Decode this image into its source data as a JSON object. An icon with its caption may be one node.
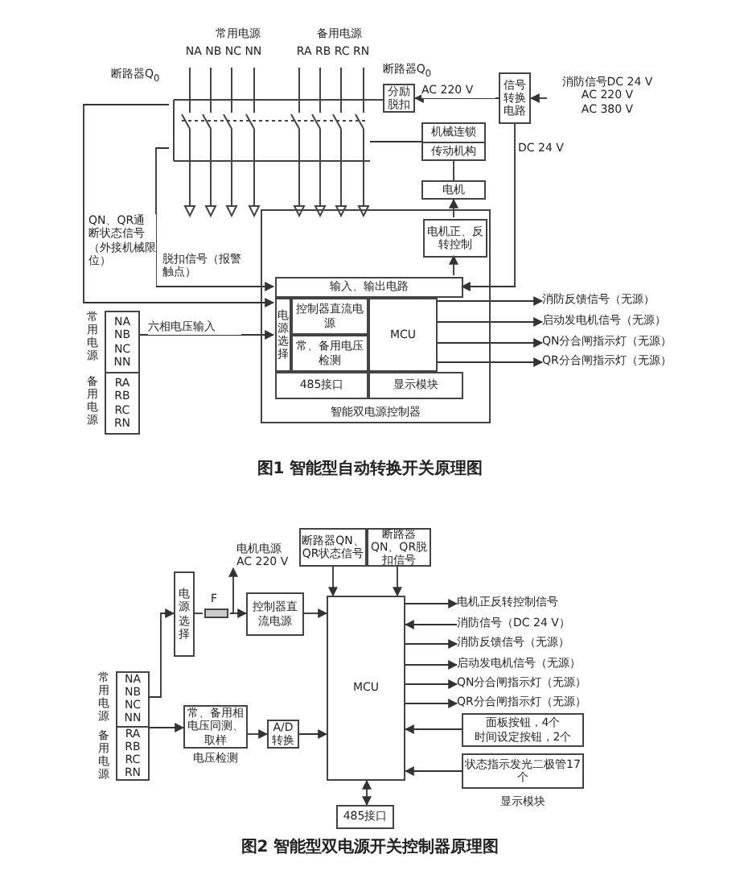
{
  "diagram": {
    "nodes": [
      {
        "text": [
          "断路器Q$_{0}$"
        ]
      },
      {
        "text": [
          "分励脱扣"
        ]
      },
      {
        "text": [
          "信号转换电路"
        ]
      },
      {
        "text": [
          "消防信号DC 24 V",
          "AC 220 V",
          "AC 380 V"
        ]
      },
      {
        "text": [
          "机械连锁",
          "传动机构"
        ]
      },
      {
        "text": [
          "电机"
        ]
      },
      {
        "text": [
          "智能双电源控制器"
        ]
      },
      {
        "text": [
          "电机正、反转控制"
        ],
        "in": 6
      },
      {
        "text": [
          "输入、输出电路"
        ],
        "in": 6
      },
      {
        "text": [
          "电源选择"
        ],
        "in": 6
      },
      {
        "text": [
          "控制器直流电源"
        ],
        "in": 6
      },
      {
        "text": [
          "常、备用电压检测"
        ],
        "in": 6
      },
      {
        "text": [
          "MCU"
        ],
        "in": 6
      },
      {
        "text": [
          "485接口"
        ],
        "in": 6
      },
      {
        "text": [
          "显示模块"
        ],
        "in": 6
      },
      {
        "text": [
          "NA NB NC NN",
          "RA RB RC RN"
        ],
        "beside": [
          "常用电源",
          "备用电源"
        ]
      },
      {
        "text": [
          "消防反馈信号（无源）"
        ]
      },
      {
        "text": [
          "启动发电机信号（无源）"
        ]
      },
      {
        "text": [
          "QN分合闸指示灯（无源）"
        ]
      },
      {
        "text": [
          "QR分合闸指示灯（无源）"
        ]
      },
      {
        "text": [
          "NA NB NC NN",
          "RA RB RC RN"
        ],
        "beside": [
          "常用电源",
          "备用电源"
        ]
      },
      {
        "text": [
          "电源选择"
        ]
      },
      {
        "text": [
          "F"
        ]
      },
      {
        "text": [
          "电机电源AC 220 V"
        ]
      },
      {
        "text": [
          "控制器直流电源"
        ]
      },
      {
        "text": [
          "常、备用相电压同测、取样"
        ],
        "beside": [
          "电压检测"
        ]
      },
      {
        "text": [
          "A/D转换"
        ]
      },
      {
        "text": [
          "MCU"
        ]
      },
      {
        "text": [
          "断路器QN、QR状态信号"
        ]
      },
      {
        "text": [
          "断路器QN、QR脱扣信号"
        ]
      },
      {
        "text": [
          "485接口"
        ]
      },
      {
        "text": [
          "电机正反转控制信号"
        ]
      },
      {
        "text": [
          "消防信号（DC 24 V）"
        ]
      },
      {
        "text": [
          "消防反馈信号（无源）"
        ]
      },
      {
        "text": [
          "启动发电机信号（无源）"
        ]
      },
      {
        "text": [
          "QN分合闸指示灯（无源）"
        ]
      },
      {
        "text": [
          "QR分合闸指示灯（无源）"
        ]
      },
      {
        "text": [
          "面板按钮，4个",
          "时间设定按钮，2个"
        ]
      },
      {
        "text": [
          "状态指示发光二极管17个"
        ],
        "beside": [
          "显示模块"
        ]
      }
    ],
    "edges": [
      {
        "from": 2,
        "to": 1,
        "arrow": "to",
        "label": "AC 220 V"
      },
      {
        "from": 3,
        "to": 2,
        "arrow": "to"
      },
      {
        "from": 2,
        "to": 8,
        "arrow": "to",
        "label": "DC 24 V"
      },
      {
        "from": 1,
        "to": 0,
        "arrow": "none"
      },
      {
        "from": 4,
        "to": 0,
        "arrow": "none"
      },
      {
        "from": 5,
        "to": 4,
        "arrow": "none"
      },
      {
        "from": 7,
        "to": 5,
        "arrow": "to"
      },
      {
        "from": 8,
        "to": 7,
        "arrow": "to"
      },
      {
        "from": 0,
        "to": 9,
        "arrow": "to",
        "label": "QN、QR通断状态信号（外接机械限位）"
      },
      {
        "from": 0,
        "to": 8,
        "arrow": "to",
        "label": "脱扣信号（报警触点）"
      },
      {
        "from": 15,
        "to": 9,
        "arrow": "to",
        "label": "六相电压输入"
      },
      {
        "from": 12,
        "to": 16,
        "arrow": "to"
      },
      {
        "from": 12,
        "to": 17,
        "arrow": "to"
      },
      {
        "from": 12,
        "to": 18,
        "arrow": "to"
      },
      {
        "from": 12,
        "to": 19,
        "arrow": "to"
      },
      {
        "from": 20,
        "to": 21,
        "arrow": "to"
      },
      {
        "from": 21,
        "to": 22,
        "arrow": "none"
      },
      {
        "from": 22,
        "to": 24,
        "arrow": "to"
      },
      {
        "from": 22,
        "to": 23,
        "arrow": "to"
      },
      {
        "from": 20,
        "to": 25,
        "arrow": "to"
      },
      {
        "from": 25,
        "to": 26,
        "arrow": "to"
      },
      {
        "from": 26,
        "to": 27,
        "arrow": "to"
      },
      {
        "from": 24,
        "to": 27,
        "arrow": "to"
      },
      {
        "from": 28,
        "to": 27,
        "arrow": "to"
      },
      {
        "from": 29,
        "to": 27,
        "arrow": "to"
      },
      {
        "from": 27,
        "to": 30,
        "arrow": "both"
      },
      {
        "from": 27,
        "to": 31,
        "arrow": "to"
      },
      {
        "from": 32,
        "to": 27,
        "arrow": "to"
      },
      {
        "from": 27,
        "to": 33,
        "arrow": "to"
      },
      {
        "from": 27,
        "to": 34,
        "arrow": "to"
      },
      {
        "from": 27,
        "to": 35,
        "arrow": "to"
      },
      {
        "from": 27,
        "to": 36,
        "arrow": "to"
      },
      {
        "from": 37,
        "to": 27,
        "arrow": "to"
      },
      {
        "from": 38,
        "to": 27,
        "arrow": "to"
      }
    ],
    "labels": [
      "常用电源",
      "备用电源",
      "NA NB NC NN",
      "RA RB RC RN",
      "断路器Q$_{0}$",
      "图1 智能型自动转换开关原理图",
      "图2 智能型双电源开关控制器原理图"
    ]
  }
}
